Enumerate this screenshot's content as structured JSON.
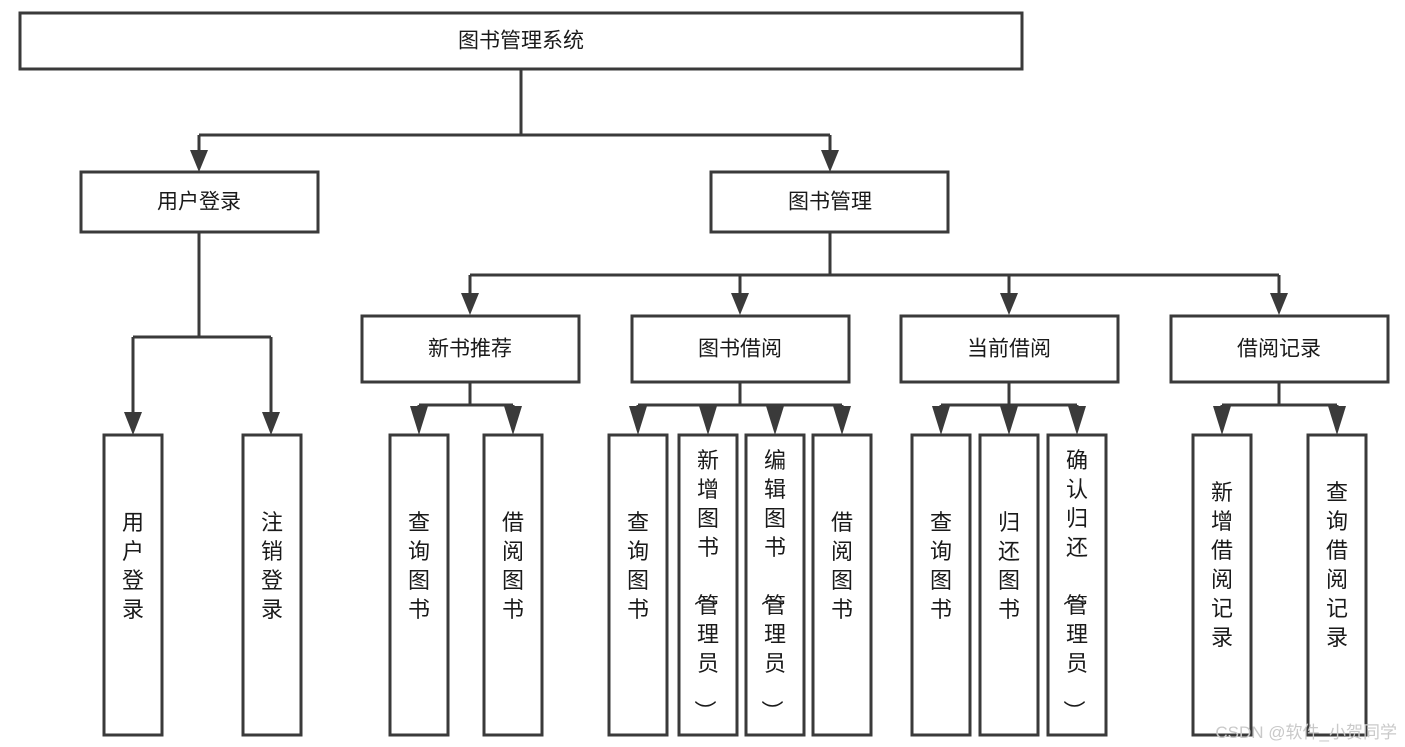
{
  "diagram": {
    "type": "tree-hierarchy-flowchart",
    "orientation": "top-down",
    "title_text": "图书管理系统",
    "colors": {
      "box_fill": "#ffffff",
      "box_stroke": "#3a3a3a",
      "text": "#1a1a1a",
      "background": "#ffffff",
      "watermark": "#c9c9c9"
    },
    "root": {
      "label": "图书管理系统"
    },
    "level2": [
      {
        "label": "用户登录"
      },
      {
        "label": "图书管理"
      }
    ],
    "level3": [
      {
        "label": "新书推荐"
      },
      {
        "label": "图书借阅"
      },
      {
        "label": "当前借阅"
      },
      {
        "label": "借阅记录"
      }
    ],
    "leaves": {
      "user_login": [
        {
          "label": "用户登录"
        },
        {
          "label": "注销登录"
        }
      ],
      "new_book_recommend": [
        {
          "label": "查询图书"
        },
        {
          "label": "借阅图书"
        }
      ],
      "book_borrow": [
        {
          "label": "查询图书"
        },
        {
          "label": "新增图书（管理员）"
        },
        {
          "label": "编辑图书（管理员）"
        },
        {
          "label": "借阅图书"
        }
      ],
      "current_borrow": [
        {
          "label": "查询图书"
        },
        {
          "label": "归还图书"
        },
        {
          "label": "确认归还（管理员）"
        }
      ],
      "borrow_record": [
        {
          "label": "新增借阅记录"
        },
        {
          "label": "查询借阅记录"
        }
      ]
    }
  },
  "watermark": {
    "text": "CSDN @软件_小贺同学"
  }
}
